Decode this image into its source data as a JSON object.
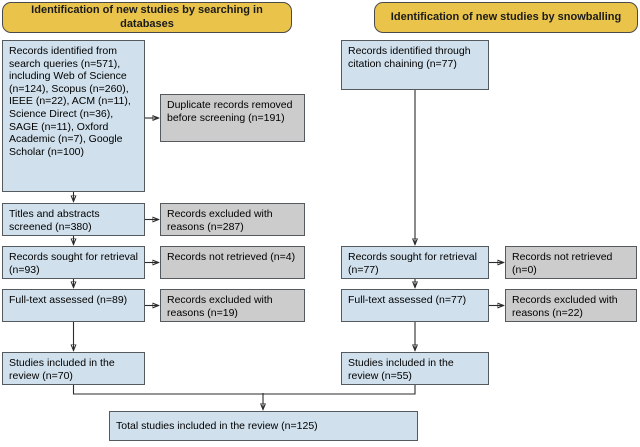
{
  "diagram": {
    "type": "prisma-flow-diagram",
    "colors": {
      "header_fill": "#e9c34a",
      "included_fill": "#d0e0ec",
      "excluded_fill": "#cccccc",
      "border": "#555a5e",
      "arrow": "#2b2b2b"
    }
  },
  "columns": {
    "left": {
      "header": "Identification of new studies by searching in databases",
      "nodes": {
        "identified": "Records identified from search queries (n=571), including Web of Science (n=124), Scopus (n=260), IEEE (n=22), ACM (n=11), Science Direct (n=36), SAGE (n=11), Oxford Academic (n=7), Google Scholar (n=100)",
        "duplicates_removed": "Duplicate records removed before screening (n=191)",
        "titles_screened": "Titles and abstracts screened (n=380)",
        "excluded_screening": "Records excluded with reasons (n=287)",
        "sought_retrieval": "Records sought for retrieval (n=93)",
        "not_retrieved": "Records not retrieved (n=4)",
        "fulltext_assessed": "Full-text assessed (n=89)",
        "excluded_fulltext": "Records excluded with reasons (n=19)",
        "studies_included": "Studies included in the review (n=70)"
      }
    },
    "right": {
      "header": "Identification of new studies by snowballing",
      "nodes": {
        "identified": "Records identified through citation chaining (n=77)",
        "sought_retrieval": "Records sought for retrieval (n=77)",
        "not_retrieved": "Records not retrieved (n=0)",
        "fulltext_assessed": "Full-text assessed (n=77)",
        "excluded_fulltext": "Records excluded with reasons (n=22)",
        "studies_included": "Studies included in the review (n=55)"
      }
    }
  },
  "total": {
    "label": "Total studies included in the review (n=125)"
  },
  "chart_data": {
    "type": "table",
    "title": "PRISMA 2020 flow diagram for new systematic reviews",
    "series": [
      {
        "name": "Databases",
        "steps": [
          {
            "stage": "Records identified from search queries",
            "n": 571
          },
          {
            "stage": "Web of Science",
            "n": 124
          },
          {
            "stage": "Scopus",
            "n": 260
          },
          {
            "stage": "IEEE",
            "n": 22
          },
          {
            "stage": "ACM",
            "n": 11
          },
          {
            "stage": "Science Direct",
            "n": 36
          },
          {
            "stage": "SAGE",
            "n": 11
          },
          {
            "stage": "Oxford Academic",
            "n": 7
          },
          {
            "stage": "Google Scholar",
            "n": 100
          },
          {
            "stage": "Duplicate records removed before screening",
            "n": 191
          },
          {
            "stage": "Titles and abstracts screened",
            "n": 380
          },
          {
            "stage": "Records excluded with reasons",
            "n": 287
          },
          {
            "stage": "Records sought for retrieval",
            "n": 93
          },
          {
            "stage": "Records not retrieved",
            "n": 4
          },
          {
            "stage": "Full-text assessed",
            "n": 89
          },
          {
            "stage": "Records excluded with reasons",
            "n": 19
          },
          {
            "stage": "Studies included in the review",
            "n": 70
          }
        ]
      },
      {
        "name": "Snowballing",
        "steps": [
          {
            "stage": "Records identified through citation chaining",
            "n": 77
          },
          {
            "stage": "Records sought for retrieval",
            "n": 77
          },
          {
            "stage": "Records not retrieved",
            "n": 0
          },
          {
            "stage": "Full-text assessed",
            "n": 77
          },
          {
            "stage": "Records excluded with reasons",
            "n": 22
          },
          {
            "stage": "Studies included in the review",
            "n": 55
          }
        ]
      }
    ],
    "total": {
      "stage": "Total studies included in the review",
      "n": 125
    }
  }
}
